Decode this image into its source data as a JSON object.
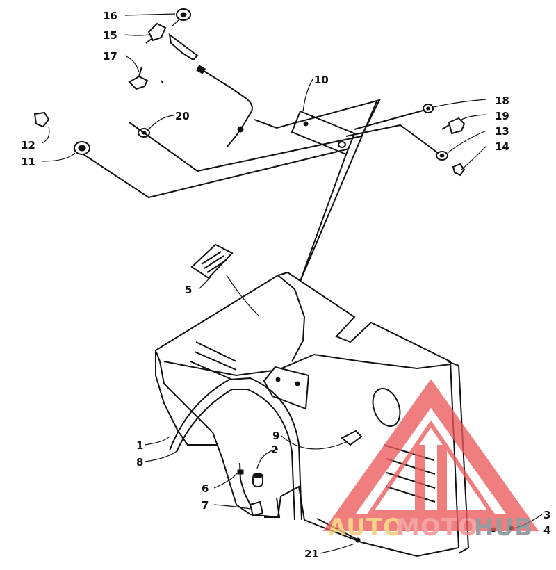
{
  "diagram": {
    "callouts": [
      {
        "id": "1",
        "label": "1"
      },
      {
        "id": "2",
        "label": "2"
      },
      {
        "id": "3",
        "label": "3"
      },
      {
        "id": "4",
        "label": "4"
      },
      {
        "id": "5",
        "label": "5"
      },
      {
        "id": "6",
        "label": "6"
      },
      {
        "id": "7",
        "label": "7"
      },
      {
        "id": "8",
        "label": "8"
      },
      {
        "id": "9",
        "label": "9"
      },
      {
        "id": "10",
        "label": "10"
      },
      {
        "id": "11",
        "label": "11"
      },
      {
        "id": "12",
        "label": "12"
      },
      {
        "id": "13",
        "label": "13"
      },
      {
        "id": "14",
        "label": "14"
      },
      {
        "id": "15",
        "label": "15"
      },
      {
        "id": "16",
        "label": "16"
      },
      {
        "id": "17",
        "label": "17"
      },
      {
        "id": "18",
        "label": "18"
      },
      {
        "id": "19",
        "label": "19"
      },
      {
        "id": "20",
        "label": "20"
      },
      {
        "id": "21",
        "label": "21"
      }
    ]
  },
  "watermark": {
    "text_auto": "AUTO",
    "text_moto": "MOTO",
    "text_hub": "HUB",
    "colors": {
      "auto": "#f5c76a",
      "moto": "#f08a8a",
      "hub": "#7a8088",
      "triangle": "#ec5a5a"
    }
  }
}
